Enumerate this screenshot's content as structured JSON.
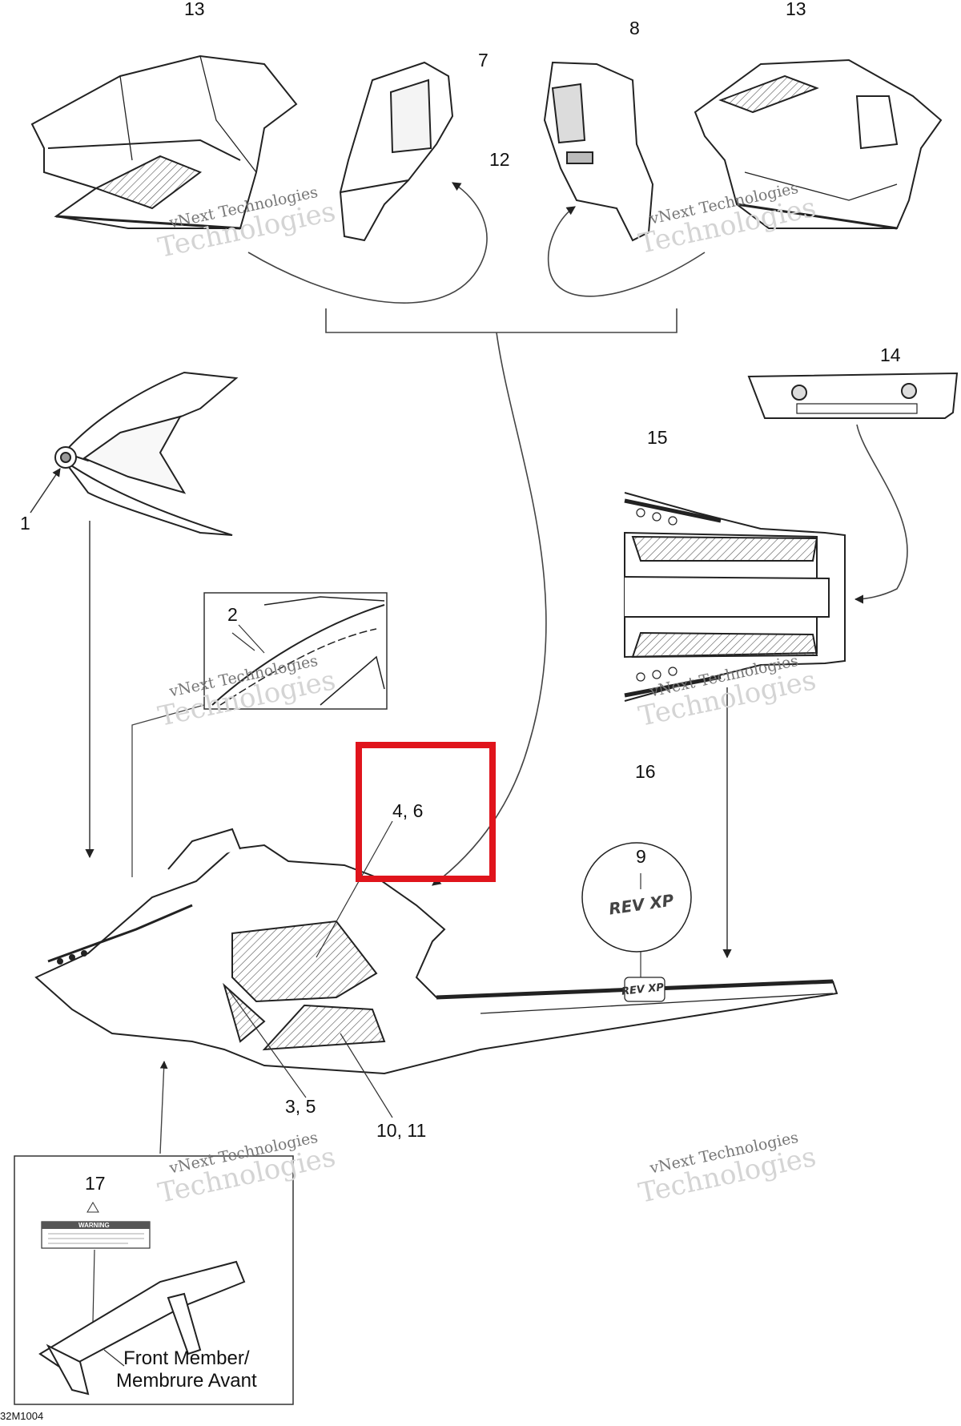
{
  "callouts": {
    "c1": "1",
    "c2": "2",
    "c3_5": "3, 5",
    "c4_6": "4, 6",
    "c7": "7",
    "c8": "8",
    "c9": "9",
    "c10_11": "10, 11",
    "c12": "12",
    "c13_left": "13",
    "c13_right": "13",
    "c14": "14",
    "c15": "15",
    "c16": "16",
    "c17": "17"
  },
  "watermark": {
    "line1": "vNext Technologies",
    "line2": "Technologies"
  },
  "inset_front_member": {
    "line1": "Front Member/",
    "line2": "Membrure Avant",
    "warning_text": "WARNING"
  },
  "decal_9_text": "REV XP",
  "figure_code": "32M1004",
  "highlight_color": "#e0141c"
}
